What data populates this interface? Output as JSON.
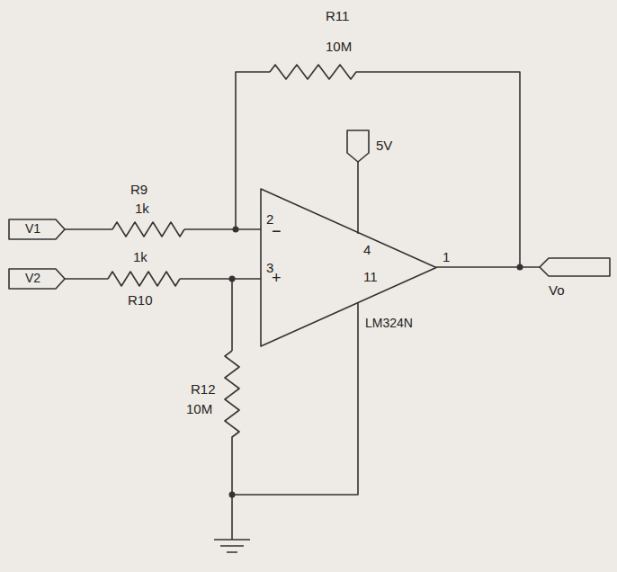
{
  "diagram": {
    "nodes": [
      {
        "text": [
          "5V"
        ]
      },
      {
        "text": [
          "V1"
        ]
      },
      {
        "text": [
          "V2"
        ]
      },
      {
        "text": [
          "−",
          "+",
          "LM324N"
        ]
      },
      {
        "text": [
          "Vo"
        ]
      }
    ],
    "labels": [
      "R11",
      "10M",
      "R9",
      "1k",
      "2",
      "4",
      "3",
      "1",
      "1k",
      "R10",
      "11",
      "R12",
      "10M"
    ]
  }
}
